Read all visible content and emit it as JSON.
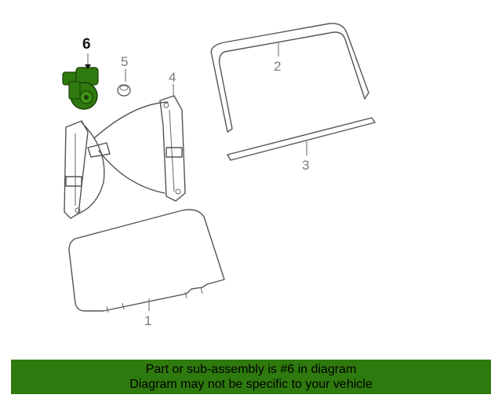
{
  "callouts": {
    "c1": "1",
    "c2": "2",
    "c3": "3",
    "c4": "4",
    "c5": "5",
    "c6": "6"
  },
  "highlight_color": "#2f7a0e",
  "banner": {
    "line1": "Part or sub-assembly is #6 in diagram",
    "line2": "Diagram may not be specific to your vehicle"
  }
}
